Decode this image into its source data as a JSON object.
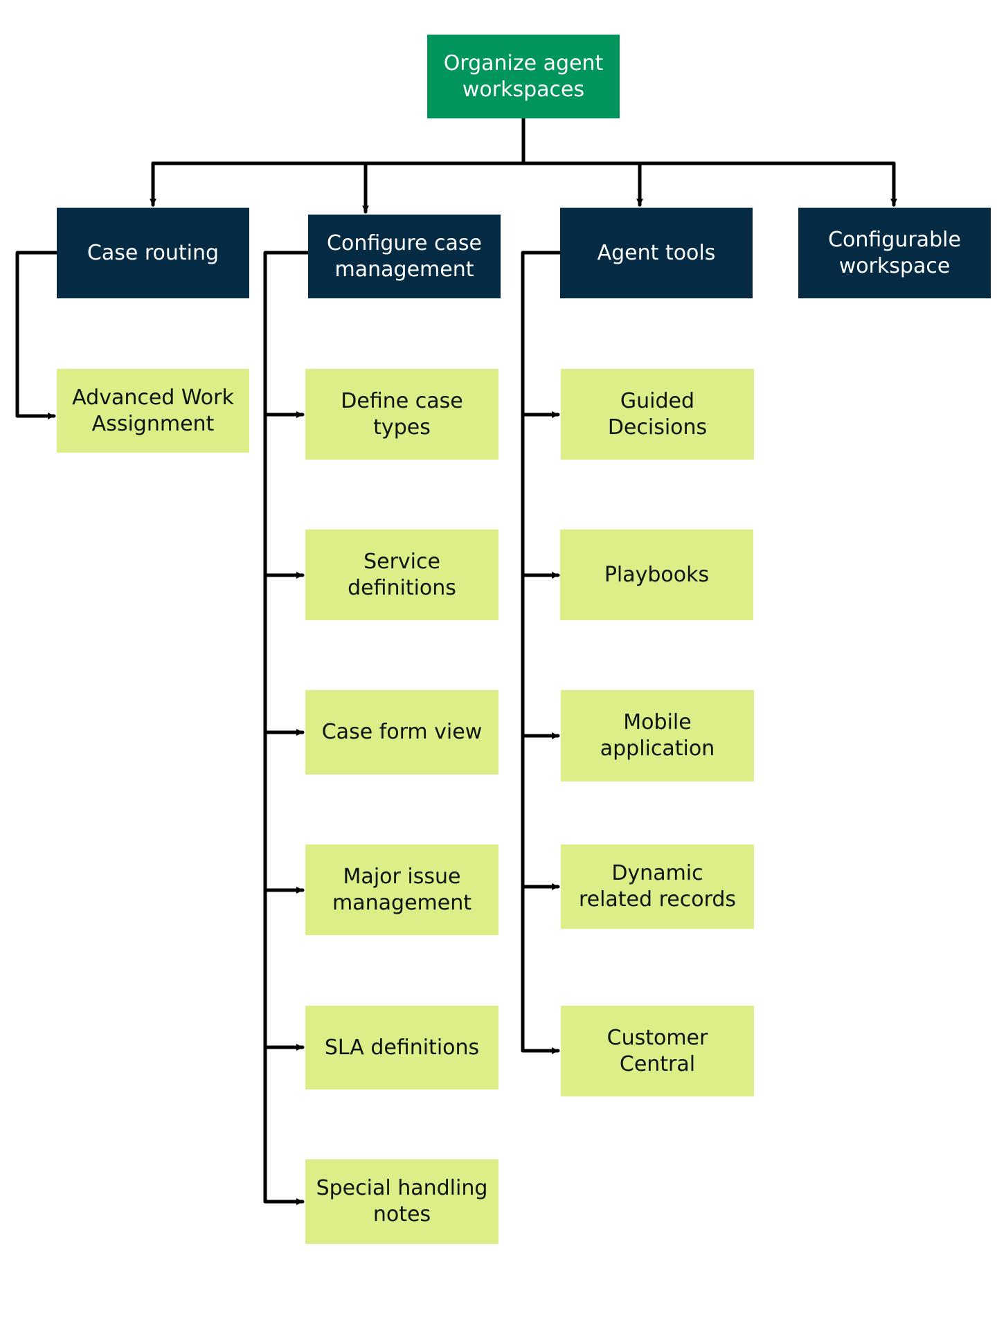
{
  "colors": {
    "root": "#00955a",
    "category": "#052b44",
    "leaf": "#dbee88",
    "connector": "#000000"
  },
  "root": {
    "label": "Organize agent\nworkspaces"
  },
  "categories": [
    {
      "label": "Case routing",
      "children": [
        "Advanced Work\nAssignment"
      ]
    },
    {
      "label": "Configure case\nmanagement",
      "children": [
        "Define case\ntypes",
        "Service\ndefinitions",
        "Case form view",
        "Major issue\nmanagement",
        "SLA definitions",
        "Special handling\nnotes"
      ]
    },
    {
      "label": "Agent tools",
      "children": [
        "Guided\nDecisions",
        "Playbooks",
        "Mobile\napplication",
        "Dynamic\nrelated records",
        "Customer\nCentral"
      ]
    },
    {
      "label": "Configurable\nworkspace",
      "children": []
    }
  ]
}
